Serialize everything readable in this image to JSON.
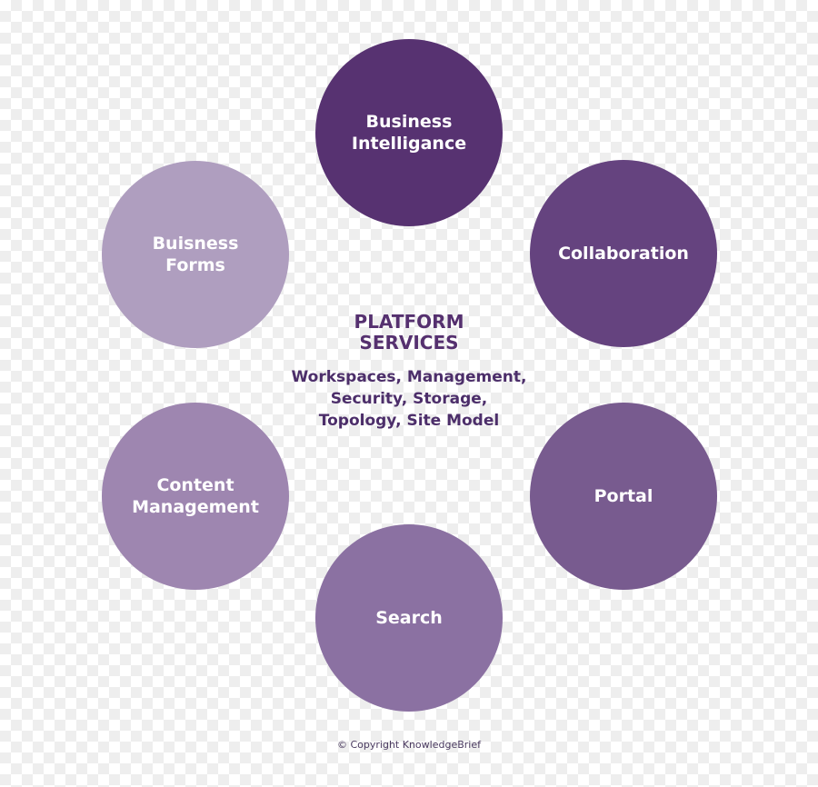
{
  "colors": {
    "title": "#55306f",
    "subtitle": "#4c2e6a",
    "business_intelligence": "#573271",
    "collaboration": "#65437f",
    "portal": "#785b8f",
    "search": "#8b71a2",
    "content_management": "#9e86b0",
    "business_forms": "#af9ebf"
  },
  "center": {
    "title": "PLATFORM\nSERVICES",
    "subtitle": "Workspaces, Management,\nSecurity, Storage,\nTopology, Site Model"
  },
  "nodes": {
    "business_intelligence": "Business\nIntelligance",
    "collaboration": "Collaboration",
    "portal": "Portal",
    "search": "Search",
    "content_management": "Content\nManagement",
    "business_forms": "Buisness\nForms"
  },
  "copyright": "© Copyright KnowledgeBrief"
}
